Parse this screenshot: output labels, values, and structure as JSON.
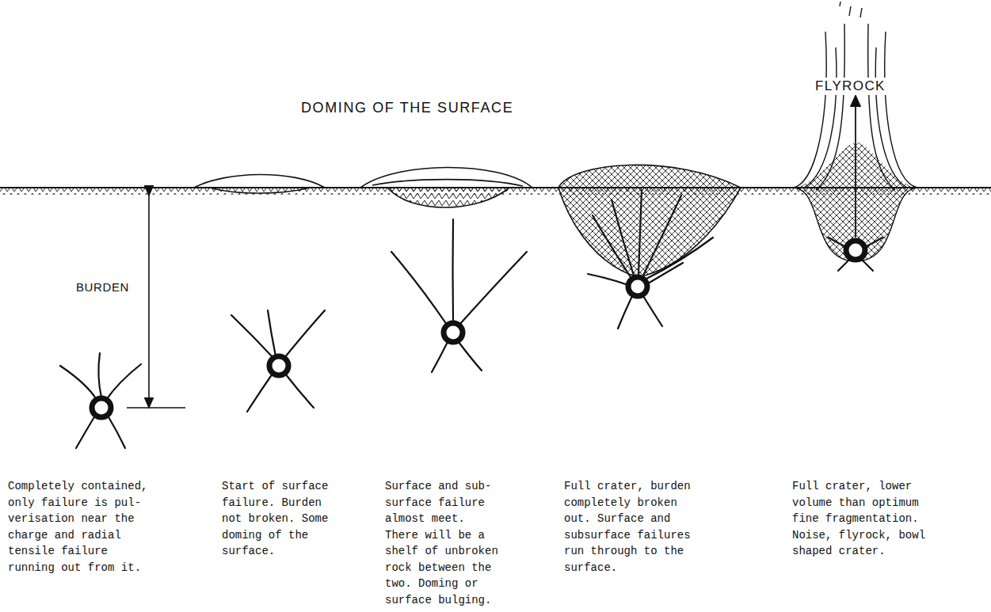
{
  "diagram": {
    "labels": [
      "DOMING OF THE SURFACE",
      "FLYROCK",
      "BURDEN",
      "Completely contained, only failure is pul- verisation near the charge and radial tensile failure running out from it.",
      "Start of surface failure. Burden not broken. Some doming of the surface.",
      "Surface and sub- surface failure almost meet. There will be a shelf of unbroken rock between the two. Doming or surface bulging.",
      "Full crater, burden completely broken out. Surface and subsurface failures run through to the surface.",
      "Full crater, lower volume than optimum fine fragmentation. Noise, flyrock, bowl shaped crater."
    ]
  }
}
